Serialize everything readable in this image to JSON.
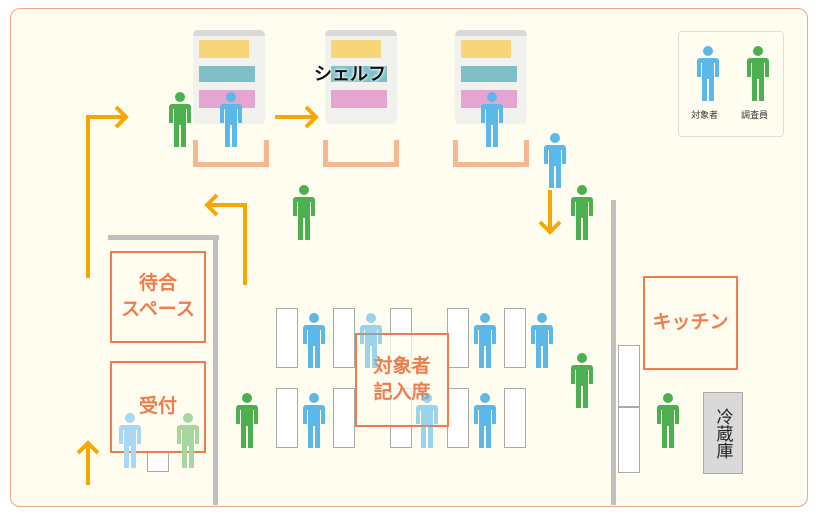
{
  "labels": {
    "shelf": "シェルフ",
    "waiting": "待合\nスペース",
    "reception": "受付",
    "entry_seats": "対象者\n記入席",
    "kitchen": "キッチン",
    "fridge": "冷蔵庫"
  },
  "legend": {
    "subject": "対象者",
    "surveyor": "調査員"
  },
  "colors": {
    "subject": "#5bb8e8",
    "surveyor": "#4caf50",
    "arrow": "#f6a800",
    "label": "#ee7c4c"
  }
}
